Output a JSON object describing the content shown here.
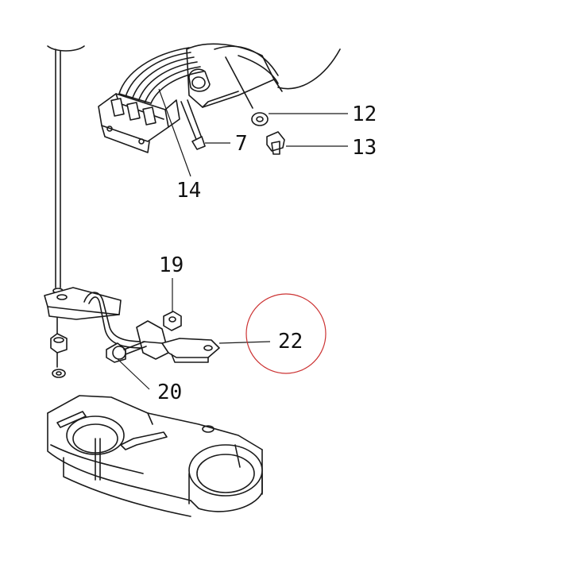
{
  "callouts": {
    "c12": "12",
    "c13": "13",
    "c7": "7",
    "c14": "14",
    "c19": "19",
    "c22": "22",
    "c20": "20"
  },
  "colors": {
    "line": "#1a1a1a",
    "highlight_ring": "#cc3333",
    "background": "#ffffff"
  }
}
